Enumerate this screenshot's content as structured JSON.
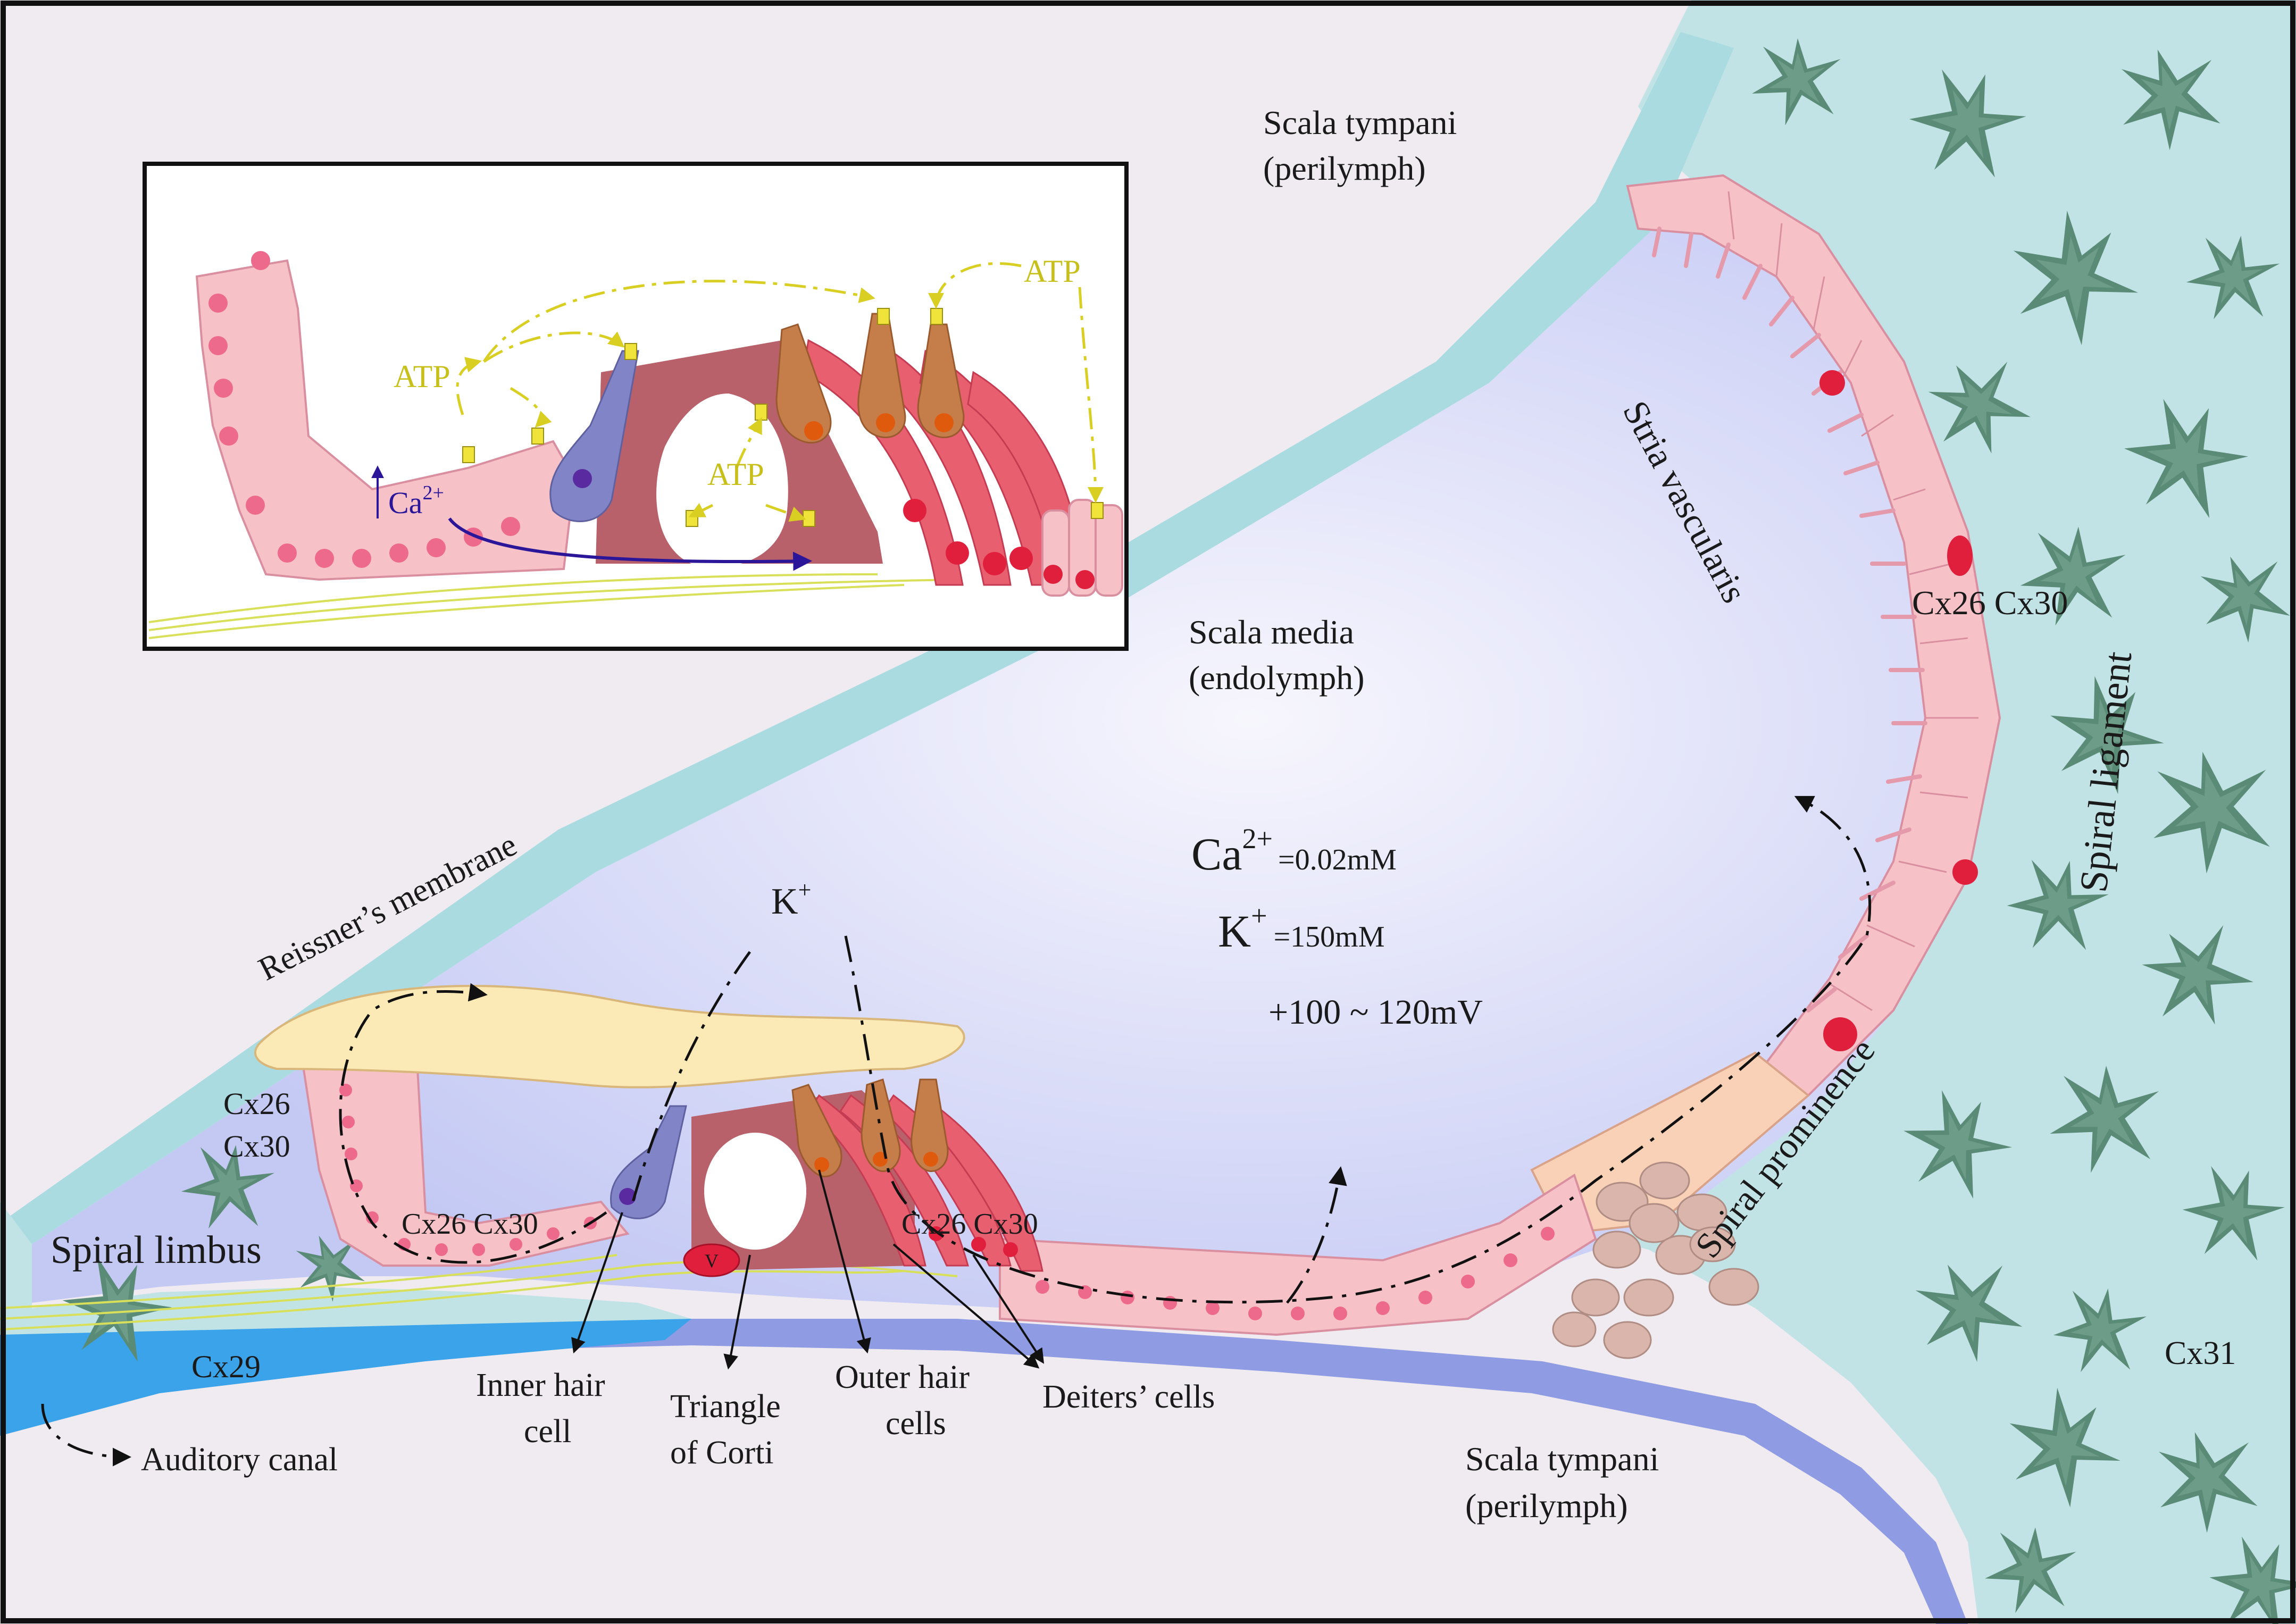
{
  "labels": {
    "scala_tympani_top": "Scala tympani",
    "perilymph_top": "(perilymph)",
    "scala_media": "Scala media",
    "endolymph": "(endolymph)",
    "reissners_membrane": "Reissner’s membrane",
    "stria_vascularis": "Stria vascularis",
    "spiral_ligament": "Spiral ligament",
    "spiral_prominence": "Spiral prominence",
    "spiral_limbus": "Spiral limbus",
    "cx26_cx30_stria": "Cx26 Cx30",
    "cx26_limbus": "Cx26",
    "cx30_limbus": "Cx30",
    "cx26_cx30_inner": "Cx26 Cx30",
    "cx26_cx30_outer": "Cx26 Cx30",
    "cx29": "Cx29",
    "cx31": "Cx31",
    "k_ion": "K",
    "k_ion_sup": "+",
    "ca_conc_base": "Ca",
    "ca_conc_sup": "2+",
    "ca_conc_value": "=0.02mM",
    "k_conc_base": "K",
    "k_conc_sup": "+",
    "k_conc_value": "=150mM",
    "potential": "+100 ~ 120mV",
    "inner_hair_cell_l1": "Inner hair",
    "inner_hair_cell_l2": "cell",
    "triangle_l1": "Triangle",
    "triangle_l2": "of Corti",
    "outer_hair_l1": "Outer hair",
    "outer_hair_l2": "cells",
    "deiters": "Deiters’ cells",
    "auditory_canal": "Auditory canal",
    "scala_tympani_bottom": "Scala tympani",
    "perilymph_bottom": "(perilymph)",
    "v_marker": "V"
  },
  "inset": {
    "atp_left": "ATP",
    "atp_center": "ATP",
    "atp_right": "ATP",
    "ca_base": "Ca",
    "ca_sup": "2+"
  },
  "colors": {
    "background": "#efebf1",
    "scala_media": "#c9cdf6",
    "ligament": "#c2e3e6",
    "membrane": "#a9dbe0",
    "basilar": "#8f9be2",
    "canal": "#3aa3ea",
    "epithelium": "#f6c2c7",
    "nucleus": "#ee6a8c",
    "tectorial": "#fbe9b6",
    "pillar": "#b8616a",
    "inner_hair": "#8184c6",
    "outer_hair": "#c57e4a",
    "fibroblast": "#5a8b77",
    "atp_signal": "#d8cf22",
    "ca_wave": "#2b1699"
  }
}
